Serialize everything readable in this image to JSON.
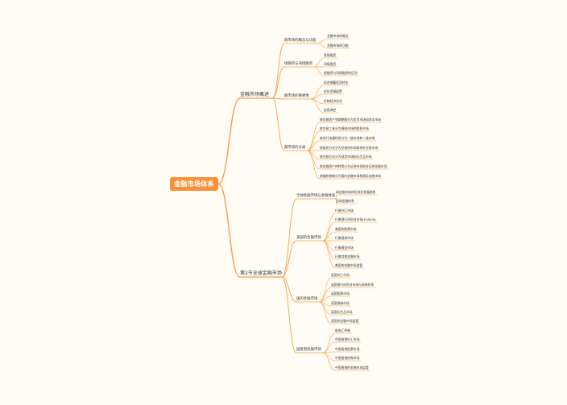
{
  "root": "金融市场体系",
  "branches": [
    {
      "label": "金融市场概述",
      "children": [
        {
          "label": "融市场的概念与功能",
          "children": [
            "金融市场的概念",
            "金融市场的功能"
          ]
        },
        {
          "label": "接融资与间接融资",
          "children": [
            "直接融资",
            "间接融资",
            "接融资与间接融资的区别"
          ]
        },
        {
          "label": "融市场的重要性",
          "children": [
            "促进储蓄投资转化",
            "优化资源配置",
            "反映经济状况",
            "宏观调控"
          ]
        },
        {
          "label": "融市场的分类",
          "children": [
            "按金融资产到期期限分为货币市场和资本市场",
            "按交易工具分为债权市场和股权市场",
            "按发行流通性质分为一级市场和二级市场",
            "按组织方式分为交易所市场和场外交易市场",
            "按交割方式分为现货市场和衍生品市场",
            "按金融资产的种类分为证券市场和非证券金融市场",
            "按辐射地域分为国内金融市场和国际金融市场"
          ]
        }
      ]
    },
    {
      "label": "第2节全球金融市场",
      "children": [
        {
          "label": "全球金融市场与金融体系",
          "children": [
            "球金融市场的形成及发展趋势",
            "全球金融体系"
          ]
        },
        {
          "label": "美国的金融市场",
          "children": [
            "行美外汇市场",
            "行美银行间同业市场(FLIBOR)",
            "美国的股票市场",
            "行美债券市场",
            "行美黄金市场",
            "行美其他金融市场",
            "美国的金融市场监管"
          ]
        },
        {
          "label": "国的金融市场",
          "children": [
            "英国外汇市场",
            "英国银行间同业市场与债券利率",
            "英国股票市场",
            "英国债券市场",
            "英国衍生品市场",
            "英国的金融市场监管"
          ]
        },
        {
          "label": "国香港金融市场",
          "children": [
            "联系汇率制",
            "中国香港外汇市场",
            "中国香港股票市场",
            "中国香港债券市场",
            "中国香港的金融市场监管"
          ]
        }
      ]
    }
  ]
}
